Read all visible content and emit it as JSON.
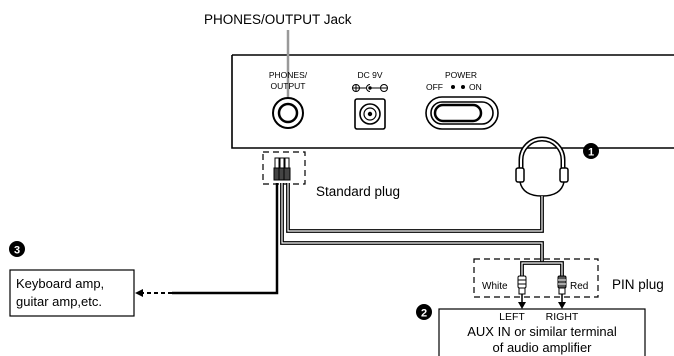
{
  "labels": {
    "phones_jack_title": "PHONES/OUTPUT Jack",
    "phones_line1": "PHONES/",
    "phones_line2": "OUTPUT",
    "dc_label": "DC 9V",
    "power_label": "POWER",
    "power_off": "OFF",
    "power_on": "ON",
    "standard_plug": "Standard plug",
    "keyboard_amp_line1": "Keyboard amp,",
    "keyboard_amp_line2": "guitar amp,etc.",
    "white": "White",
    "red": "Red",
    "pin_plug": "PIN plug",
    "left": "LEFT",
    "right": "RIGHT",
    "aux_line1": "AUX IN or similar terminal",
    "aux_line2": "of audio amplifier"
  },
  "markers": {
    "m1": "1",
    "m2": "2",
    "m3": "3"
  }
}
